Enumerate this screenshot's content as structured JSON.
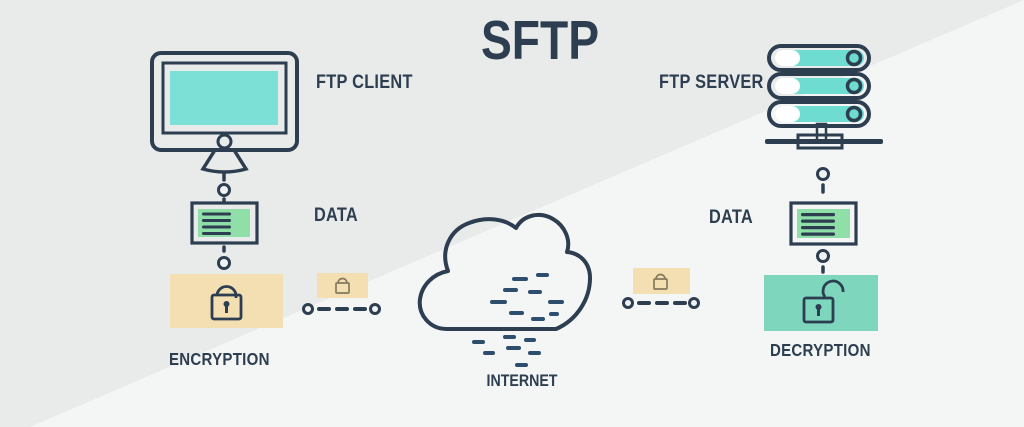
{
  "title": "SFTP",
  "left": {
    "device_label": "FTP CLIENT",
    "data_label": "DATA",
    "process_label": "ENCRYPTION"
  },
  "center": {
    "cloud_label": "INTERNET"
  },
  "right": {
    "device_label": "FTP SERVER",
    "data_label": "DATA",
    "process_label": "DECRYPTION"
  },
  "icons": {
    "client": "monitor-icon",
    "server": "server-stack-icon",
    "data_left": "document-icon",
    "data_right": "document-icon",
    "encryption": "padlock-closed-icon",
    "decryption": "padlock-open-icon",
    "encrypted_link_left": "mini-padlock-icon",
    "encrypted_link_right": "mini-padlock-icon",
    "internet": "cloud-icon"
  },
  "colors": {
    "outline_navy": "#2d3e50",
    "screen_teal": "#7de0d6",
    "server_teal": "#6fdcd2",
    "server_stand_teal": "#d9f4f1",
    "doc_green": "#90dfa8",
    "box_tan": "#f4dfb2",
    "box_teal_green": "#7ed7bd",
    "cloud_blue": "#abceea",
    "dash_blue": "#2d4e6d",
    "mini_lock_brown": "#857a5e",
    "bg_light": "#f4f5f5",
    "bg_dark": "#e9ebeb"
  }
}
